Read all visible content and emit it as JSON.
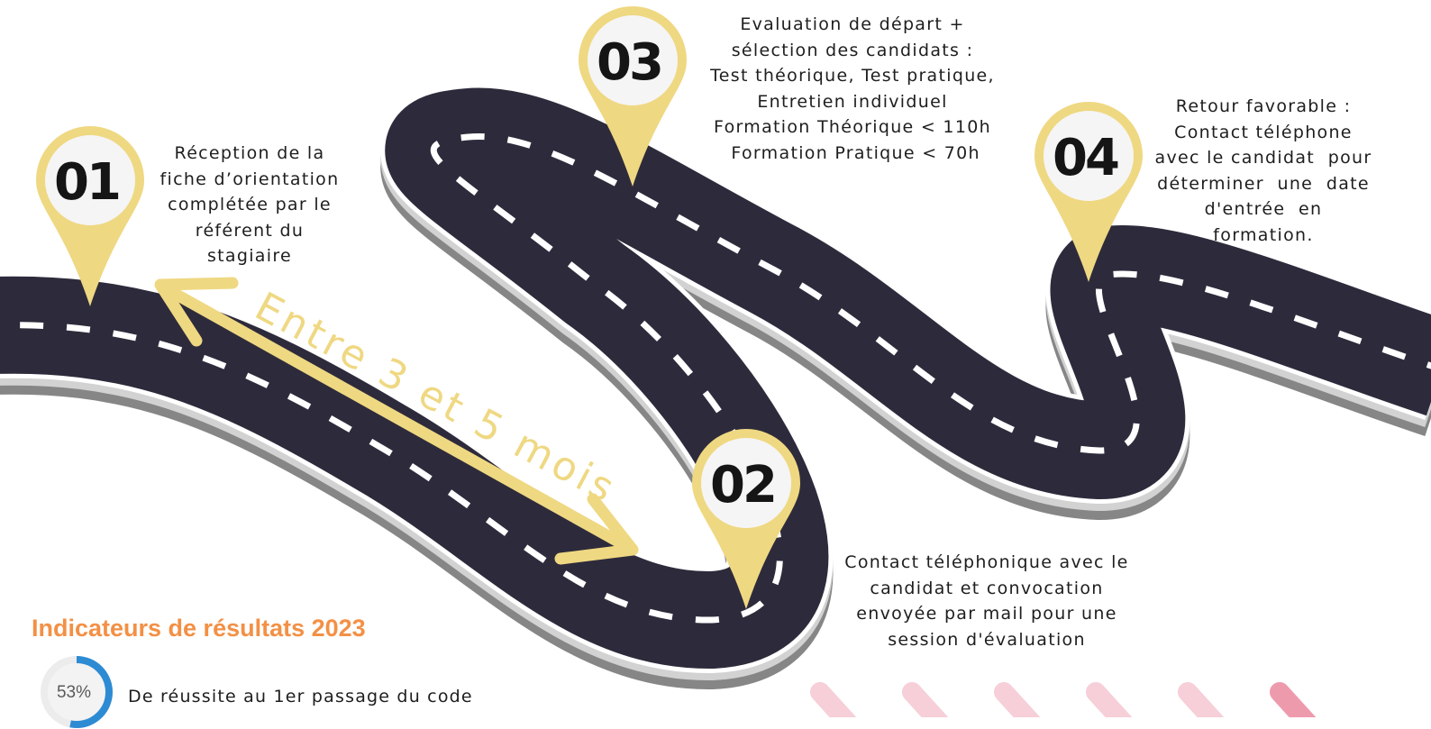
{
  "steps": [
    {
      "number": "01",
      "lines": [
        "Réception de la",
        "fiche d’orientation",
        "complétée par le",
        "référent du",
        "stagiaire"
      ]
    },
    {
      "number": "02",
      "lines": [
        "Contact téléphonique avec le",
        "candidat et convocation",
        "envoyée par mail pour une",
        "session d'évaluation"
      ]
    },
    {
      "number": "03",
      "lines": [
        "Evaluation de départ +",
        "sélection des candidats :",
        "Test théorique, Test pratique,",
        "Entretien individuel",
        "Formation Théorique < 110h",
        " Formation Pratique < 70h"
      ]
    },
    {
      "number": "04",
      "lines": [
        "Retour favorable :",
        "Contact téléphone",
        "avec le candidat  pour",
        "déterminer  une  date",
        "d'entrée  en",
        "formation."
      ]
    }
  ],
  "duration_label": "Entre 3 et 5 mois",
  "indicators": {
    "title": "Indicateurs de résultats 2023",
    "percentage": "53%",
    "fraction": 0.53,
    "text": "De réussite au 1er passage du code"
  },
  "colors": {
    "road": "#2d2b3b",
    "road_edge": "#d2d2d2",
    "road_shadow": "#868686",
    "marker": "#efd882",
    "arrow": "#efd882",
    "title": "#f39045",
    "gauge": "#2d8bd3",
    "decor_stripes": "#f2b8c4"
  }
}
